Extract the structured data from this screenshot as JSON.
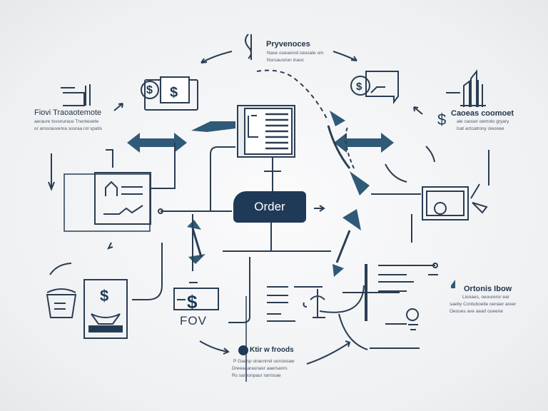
{
  "center": {
    "label": "Order"
  },
  "nodes": {
    "top": {
      "title": "Pryvenoces",
      "lines": [
        "Nase oseuerod ceusate om",
        "Nsrsausrion inaoc"
      ]
    },
    "left": {
      "title": "Fiovi Traoaotemote",
      "lines": [
        "aeraure tsvsnurace Tnenteuete",
        "or arosrauvenra sosraa rol spatis"
      ]
    },
    "right": {
      "title": "Caoeas coomoet",
      "lines": [
        "ale caoser oemoto gryary",
        "lsat actcatrony cieooee"
      ]
    },
    "bottom_left": {
      "title": "FOV"
    },
    "bottom_right": {
      "title": "Ortonis Ibow",
      "lines": [
        "Liooaes, oeoureror ear",
        "saeby Contuboeite oenaer areer",
        "Oeoues ave aearl oueene"
      ]
    },
    "bottom": {
      "title": "Ktir w froods",
      "lines": [
        "P Gaenp oiracnrrel oorciesaw",
        "Dreeaaaraunasr aaersanrs",
        "Rs sarponpaur rarrosae"
      ]
    }
  },
  "colors": {
    "navy": "#1f3a56",
    "steel": "#2f5a78",
    "line": "#2a3d52"
  }
}
